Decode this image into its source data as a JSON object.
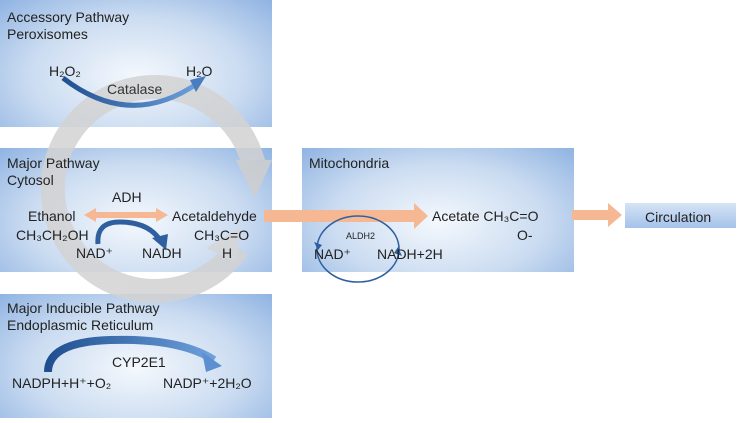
{
  "peroxisome": {
    "title1": "Accessory Pathway",
    "title2": "Peroxisomes",
    "h2o2": "H₂O₂",
    "catalase": "Catalase",
    "h2o": "H₂O"
  },
  "cytosol": {
    "title1": "Major Pathway",
    "title2": "Cytosol",
    "adh": "ADH",
    "ethanol": "Ethanol",
    "ethanol_formula": "CH₃CH₂OH",
    "acetaldehyde": "Acetaldehyde",
    "acetaldehyde_formula": "CH₃C=O",
    "acetaldehyde_h": "H",
    "nad": "NAD⁺",
    "nadh": "NADH"
  },
  "er": {
    "title1": "Major Inducible Pathway",
    "title2": "Endoplasmic Reticulum",
    "enzyme": "CYP2E1",
    "left": "NADPH+H⁺+O₂",
    "right": "NADP⁺+2H₂O"
  },
  "mitochondria": {
    "title": "Mitochondria",
    "aldh": "ALDH2",
    "acetate": "Acetate CH₃C=O",
    "acetate_o": "O-",
    "nad": "NAD⁺",
    "nadh": "NADH+2H"
  },
  "circulation": {
    "label": "Circulation"
  },
  "colors": {
    "orange_arrow": "#f6b893",
    "blue_arrow": "#2f5f9e",
    "gray_arrow": "#d4d4d4"
  }
}
